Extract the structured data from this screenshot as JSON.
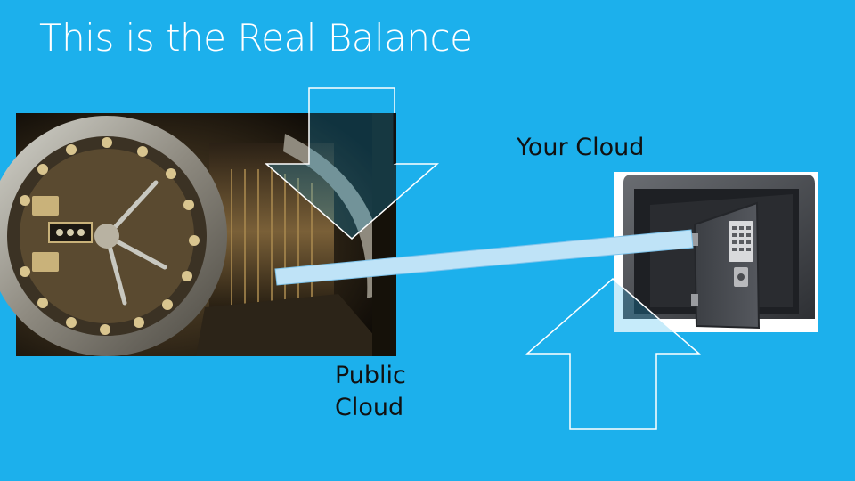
{
  "slide": {
    "title": "This is the Real Balance",
    "label_your_cloud": "Your Cloud",
    "label_public_cloud_line1": "Public",
    "label_public_cloud_line2": "Cloud"
  },
  "colors": {
    "background": "#1cb0ec",
    "arrow_fill": "#1cb0ec",
    "arrow_outline": "#ffffff",
    "connector": "#bfe3f7",
    "title_text": "#ffffff",
    "label_text": "#111111"
  },
  "images": [
    {
      "name": "bank-vault-image",
      "depicts": "open bank vault door"
    },
    {
      "name": "home-safe-image",
      "depicts": "small electronic keypad safe with open door"
    }
  ]
}
